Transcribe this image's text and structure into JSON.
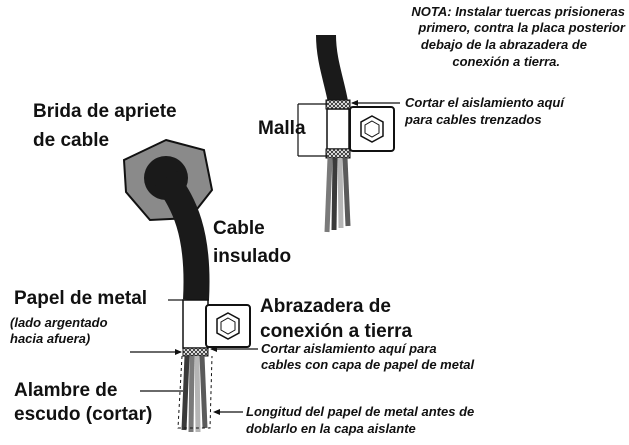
{
  "colors": {
    "cable": "#1a1a1a",
    "gland": "#8a8a8a",
    "clamp_fill": "#ffffff",
    "wire_dark": "#3a3a3a",
    "wire_mid": "#7a7a7a",
    "wire_light": "#b5b5b5",
    "line": "#111111"
  },
  "labels": {
    "nota_line1": "NOTA: Instalar tuercas prisioneras",
    "nota_line2": "primero, contra la placa posterior",
    "nota_line3": "debajo de la abrazadera de",
    "nota_line4": "conexión a tierra.",
    "cortar_trenzados_line1": "Cortar el aislamiento aquí",
    "cortar_trenzados_line2": "para cables trenzados",
    "malla": "Malla",
    "brida_line1": "Brida de apriete",
    "brida_line2": "de cable",
    "cable_line1": "Cable",
    "cable_line2": "insulado",
    "papel_metal": "Papel de metal",
    "lado_argentado_line1": "(lado argentado",
    "lado_argentado_line2": "hacia afuera)",
    "abrazadera_line1": "Abrazadera de",
    "abrazadera_line2": "conexión a tierra",
    "cortar_papel_line1": "Cortar aislamiento aquí para",
    "cortar_papel_line2": "cables con capa de papel de metal",
    "alambre_line1": "Alambre de",
    "alambre_line2": "escudo (cortar)",
    "longitud_line1": "Longitud del papel de metal antes de",
    "longitud_line2": "doblarlo en la capa aislante"
  }
}
